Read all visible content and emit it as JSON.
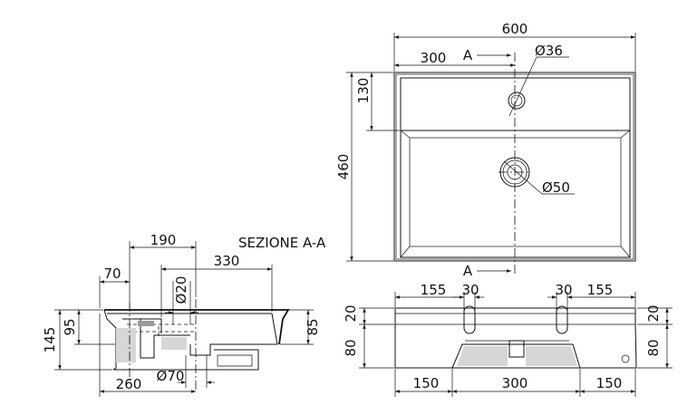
{
  "section_title": "SEZIONE A-A",
  "section_marker": "A",
  "top_view": {
    "width": "600",
    "half_width": "300",
    "depth": "460",
    "ledge": "130",
    "tap_hole": "Ø36",
    "drain_hole": "Ø50"
  },
  "section_view": {
    "overhang": "70",
    "drain_offset": "190",
    "bowl_width": "330",
    "drain_dia": "Ø20",
    "total_height": "145",
    "front_height": "95",
    "rear_height": "85",
    "base_depth": "260",
    "waste_dia": "Ø70"
  },
  "front_view": {
    "left_edge": "155",
    "left_fixing": "30",
    "right_fixing": "30",
    "right_edge": "155",
    "top_left": "20",
    "bottom_left": "80",
    "top_right": "20",
    "bottom_right": "80",
    "left_span": "150",
    "mid_span": "300",
    "right_span": "150"
  }
}
